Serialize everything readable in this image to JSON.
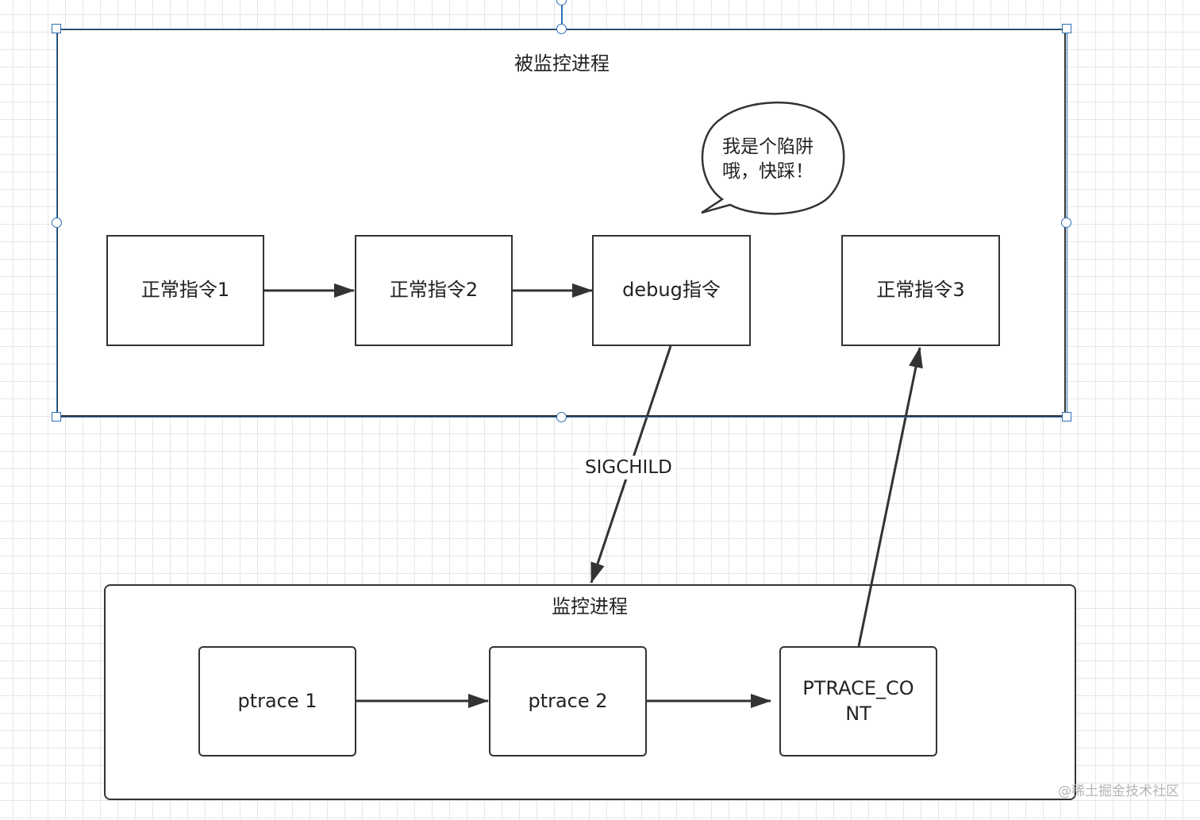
{
  "monitored_process": {
    "title": "被监控进程",
    "steps": [
      "正常指令1",
      "正常指令2",
      "debug指令",
      "正常指令3"
    ]
  },
  "callout": {
    "line1": "我是个陷阱",
    "line2": "哦，快踩！"
  },
  "signal_label": "SIGCHILD",
  "monitor_process": {
    "title": "监控进程",
    "steps": [
      "ptrace 1",
      "ptrace 2",
      "PTRACE_CO\nNT"
    ]
  },
  "watermark": "@稀土掘金技术社区",
  "colors": {
    "stroke": "#333333",
    "selection": "#2e6fb8",
    "grid": "#e6e6e6"
  }
}
